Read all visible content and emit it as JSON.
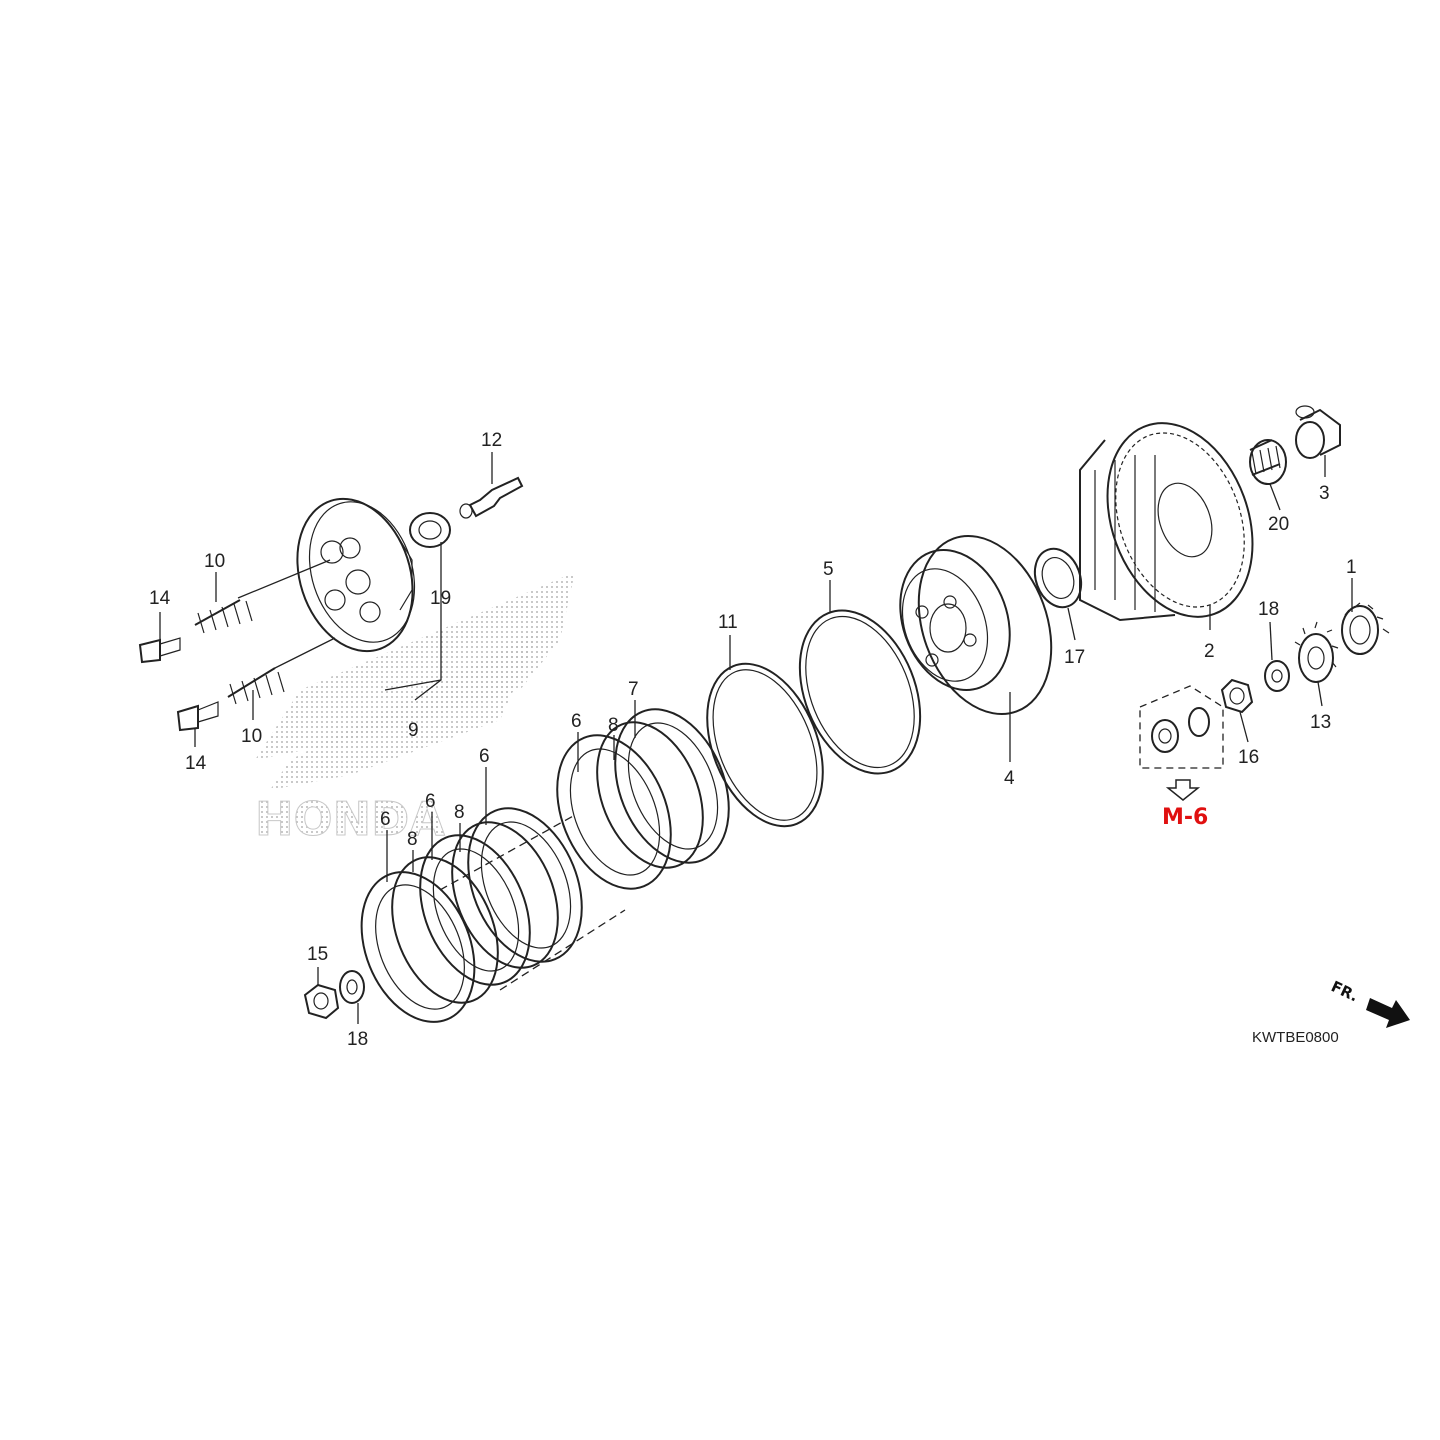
{
  "diagram": {
    "code": "KWTBE0800",
    "front_label": "FR.",
    "reference_label": "M-6",
    "watermark": "HONDA",
    "colors": {
      "ink": "#222222",
      "reference": "#e01010",
      "watermark": "#bdbdbd"
    },
    "callouts": {
      "c1": "1",
      "c2": "2",
      "c3": "3",
      "c4": "4",
      "c5": "5",
      "c6a": "6",
      "c6b": "6",
      "c6c": "6",
      "c6d": "6",
      "c7": "7",
      "c8a": "8",
      "c8b": "8",
      "c8c": "8",
      "c9": "9",
      "c10a": "10",
      "c10b": "10",
      "c11": "11",
      "c12": "12",
      "c13": "13",
      "c14a": "14",
      "c14b": "14",
      "c15": "15",
      "c16": "16",
      "c17": "17",
      "c18a": "18",
      "c18b": "18",
      "c19": "19",
      "c20": "20"
    }
  }
}
